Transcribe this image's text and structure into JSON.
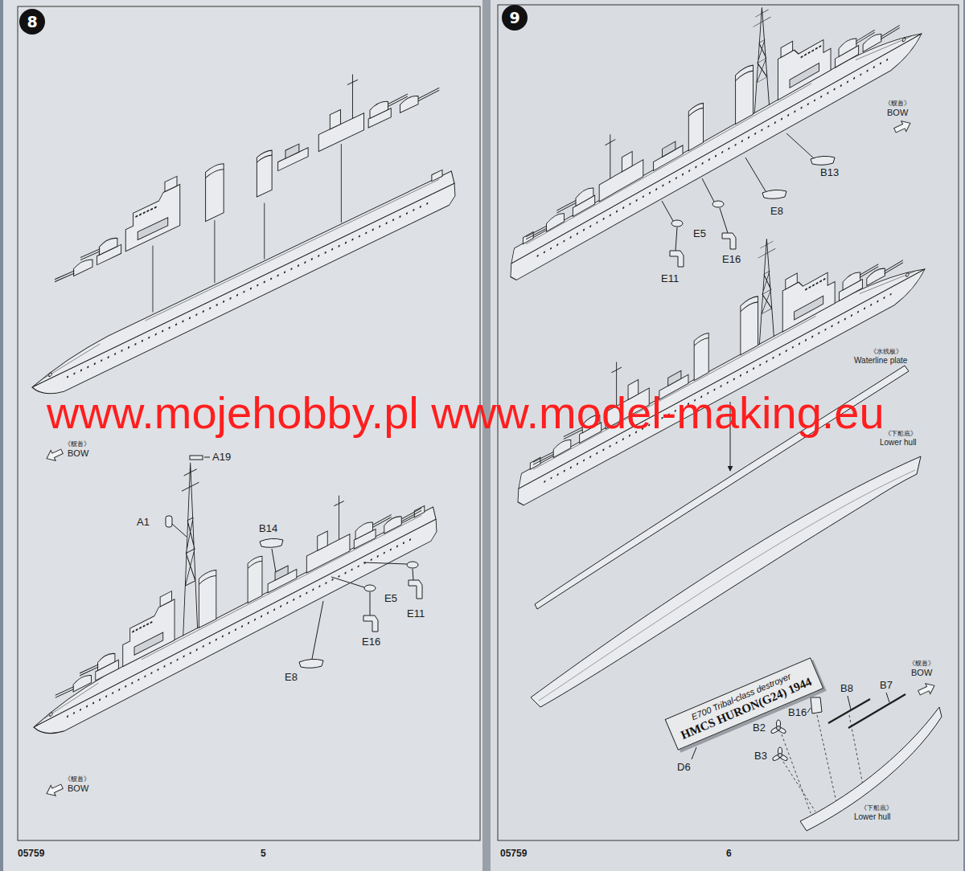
{
  "diagram": {
    "nodes": [
      {
        "text": [
          "8"
        ]
      },
      {
        "text": [
          "9"
        ]
      },
      {
        "text": [
          "E700 Tribal-class destroyer",
          "HMCS HURON(G24) 1944"
        ]
      }
    ],
    "labels": [
      "www.mojehobby.pl www.model-making.eu",
      "《舰首》",
      "BOW",
      "A19",
      "A1",
      "B14",
      "E5",
      "E11",
      "E16",
      "E8",
      "《舰首》",
      "BOW",
      "05759",
      "5",
      "《舰首》",
      "BOW",
      "B13",
      "E8",
      "E5",
      "E16",
      "E11",
      "《水线板》",
      "Waterline plate",
      "《下船底》",
      "Lower hull",
      "《舰首》",
      "BOW",
      "B16",
      "B8",
      "B7",
      "B2",
      "B3",
      "D6",
      "《下船底》",
      "Lower hull",
      "05759",
      "6"
    ]
  }
}
